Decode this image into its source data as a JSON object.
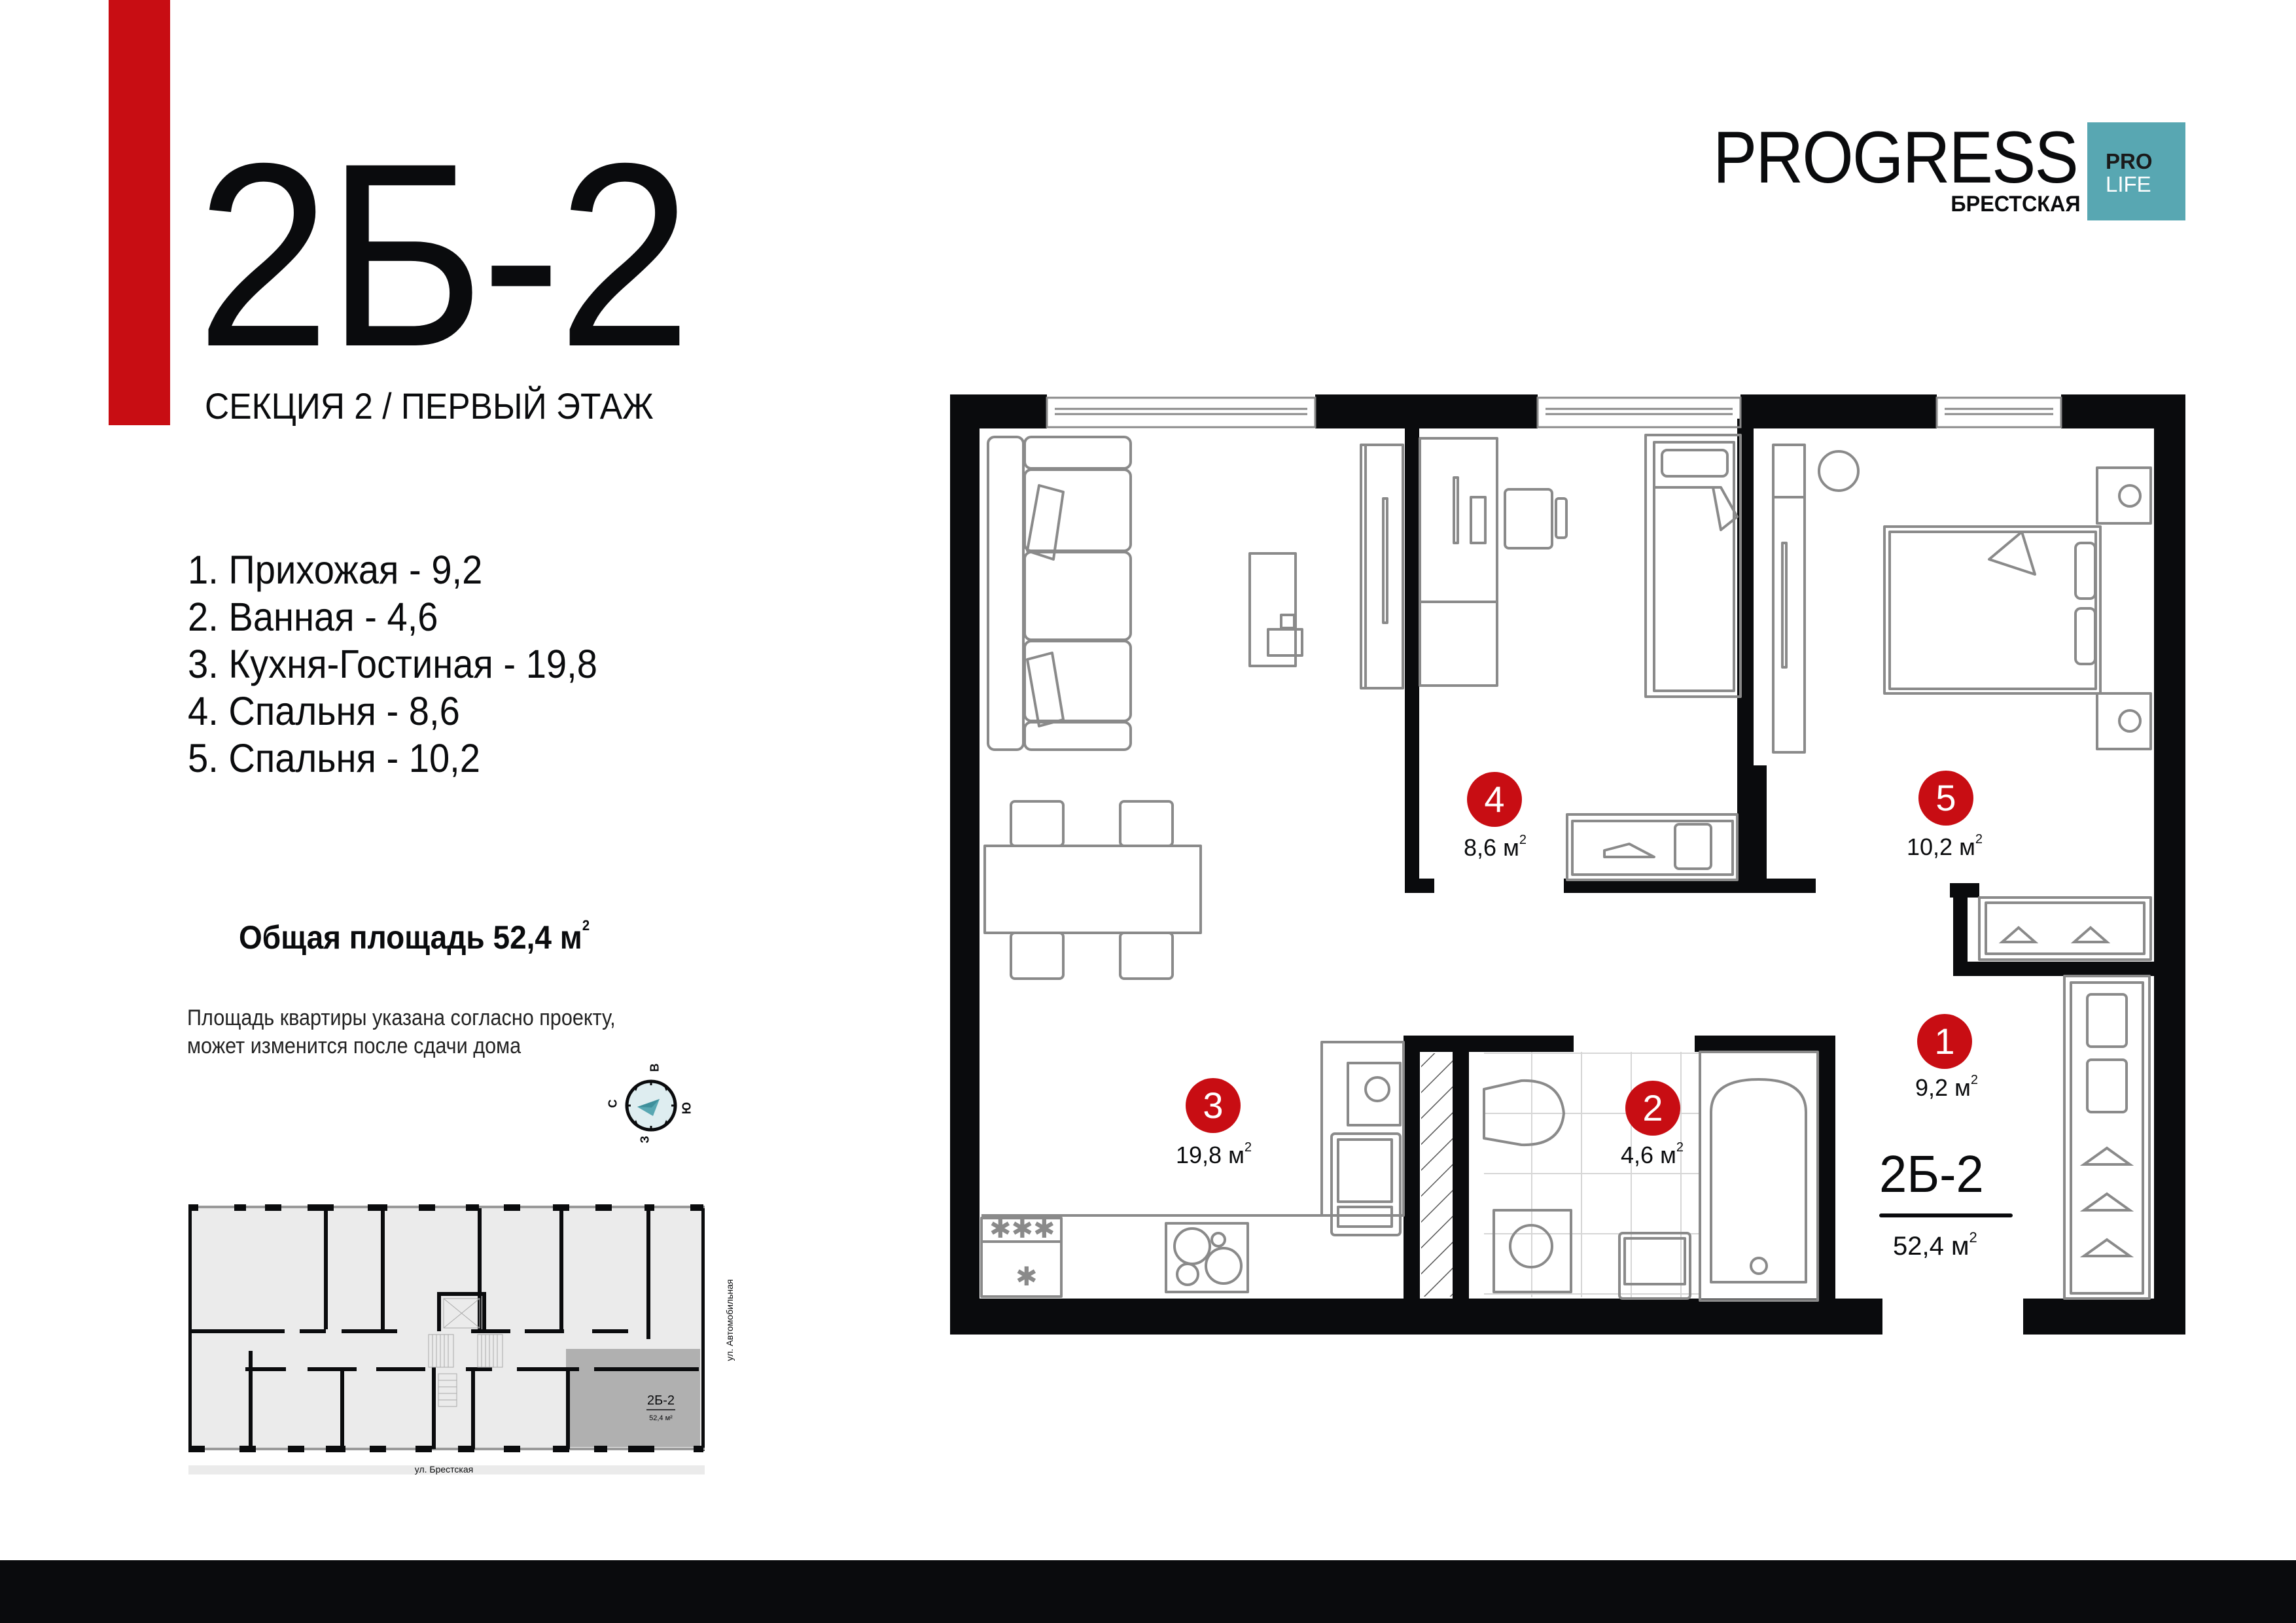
{
  "header": {
    "unit_code": "2Б-2",
    "floor_subtitle": "СЕКЦИЯ 2 / ПЕРВЫЙ ЭТАЖ"
  },
  "logo": {
    "name": "PROGRESS",
    "subtitle": "БРЕСТСКАЯ",
    "badge_line1": "PRO",
    "badge_line2": "LIFE",
    "badge_color": "#58a7b2"
  },
  "rooms": [
    {
      "number": "1",
      "name": "Прихожая",
      "area": "9,2",
      "list_label": "1. Прихожая - 9,2"
    },
    {
      "number": "2",
      "name": "Ванная",
      "area": "4,6",
      "list_label": "2. Ванная - 4,6"
    },
    {
      "number": "3",
      "name": "Кухня-Гостиная",
      "area": "19,8",
      "list_label": "3. Кухня-Гостиная - 19,8"
    },
    {
      "number": "4",
      "name": "Спальня",
      "area": "8,6",
      "list_label": "4. Спальня - 8,6"
    },
    {
      "number": "5",
      "name": "Спальня",
      "area": "10,2",
      "list_label": "5. Спальня - 10,2"
    }
  ],
  "area_unit": "м",
  "area_unit_power": "2",
  "total": {
    "label": "Общая площадь 52,4 м",
    "value": "52,4"
  },
  "disclaimer": {
    "line1": "Площадь квартиры указана согласно проекту,",
    "line2": "может изменится после сдачи дома"
  },
  "compass": {
    "top": "В",
    "left": "С",
    "right": "Ю",
    "bottom": "З"
  },
  "plan": {
    "unit_label": "2Б-2",
    "unit_area": "52,4 м"
  },
  "mini_map": {
    "street_bottom": "ул. Брестская",
    "street_right": "ул. Автомобильная",
    "highlight_label": "2Б-2",
    "highlight_area": "52,4 м²"
  },
  "colors": {
    "accent_red": "#c80d13",
    "wall": "#0a0b0d",
    "furniture_stroke": "#8a8a8a",
    "teal": "#58a7b2"
  }
}
